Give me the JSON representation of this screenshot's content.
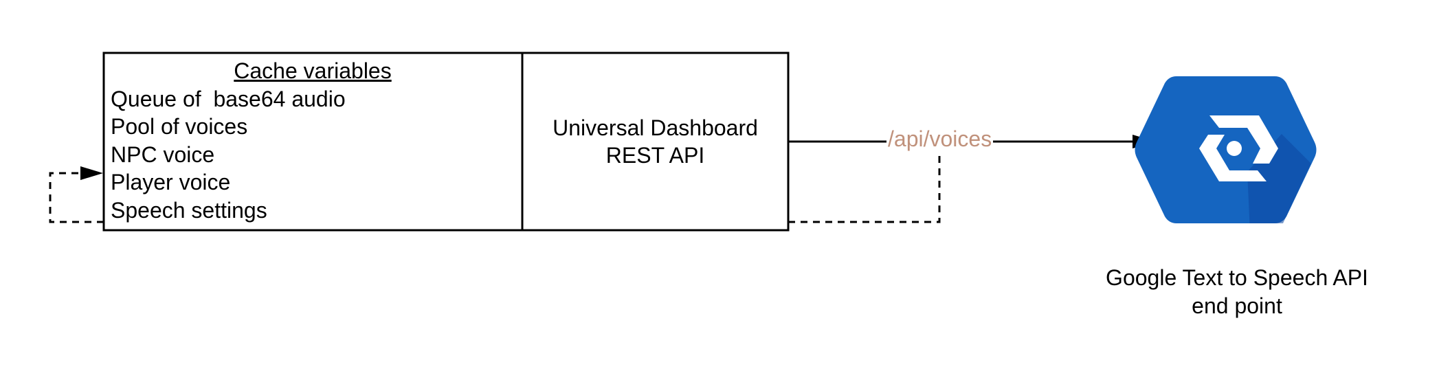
{
  "diagram": {
    "cache": {
      "title": "Cache variables",
      "items": [
        "Queue of  base64 audio",
        "Pool of voices",
        "NPC voice",
        "Player voice",
        "Speech settings"
      ]
    },
    "api": {
      "lines": [
        "Universal Dashboard",
        "REST API"
      ]
    },
    "edge": {
      "label": "/api/voices",
      "label_color": "#c0917b"
    },
    "service": {
      "icon": "google-cloud-hexagon-icon",
      "icon_color": "#1565c0",
      "caption_lines": [
        "Google Text to Speech API",
        "end point"
      ]
    }
  }
}
